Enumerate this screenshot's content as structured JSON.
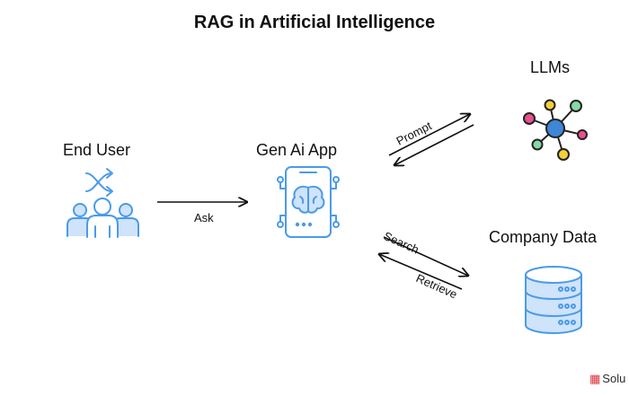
{
  "title": "RAG in Artificial Intelligence",
  "nodes": {
    "end_user": {
      "label": "End User",
      "icon": "users-shuffle-icon",
      "color": "#4a9be8"
    },
    "gen_ai_app": {
      "label": "Gen Ai App",
      "icon": "phone-brain-icon",
      "color": "#4a9be8"
    },
    "llms": {
      "label": "LLMs",
      "icon": "network-hub-icon"
    },
    "company_data": {
      "label": "Company Data",
      "icon": "database-icon",
      "color": "#4a9be8"
    }
  },
  "edges": {
    "ask": "Ask",
    "prompt": "Prompt",
    "search": "Search",
    "retrieve": "Retrieve"
  },
  "colors": {
    "icon_blue": "#4a9be8",
    "icon_fill": "#cfe3fb",
    "llm_hub": "#3e86d6",
    "llm_yellow": "#f2cf3b",
    "llm_green": "#86d9a3",
    "llm_pink": "#e8508f",
    "brand_red": "#d9343a"
  },
  "brand": {
    "text": "Solu"
  }
}
